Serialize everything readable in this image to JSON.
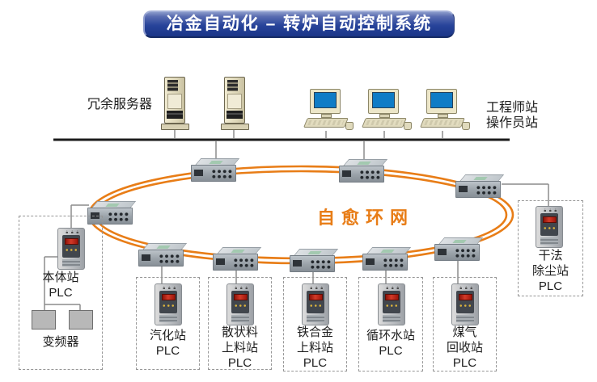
{
  "title": "冶金自动化 – 转炉自动控制系统",
  "top_section": {
    "servers_label": "冗余服务器",
    "workstations_label": [
      "工程师站",
      "操作员站"
    ]
  },
  "ring": {
    "label": "自愈环网"
  },
  "stations": [
    {
      "id": "benti-station",
      "lines": [
        "本体站",
        "PLC",
        ""
      ]
    },
    {
      "id": "qihua-station",
      "lines": [
        "汽化站",
        "PLC",
        ""
      ]
    },
    {
      "id": "sanzhuangliao-station",
      "lines": [
        "散状料",
        "上料站",
        "PLC"
      ]
    },
    {
      "id": "tiehejin-station",
      "lines": [
        "铁合金",
        "上料站",
        "PLC"
      ]
    },
    {
      "id": "xunhuanshui-station",
      "lines": [
        "循环水站",
        "PLC",
        ""
      ]
    },
    {
      "id": "meiqi-station",
      "lines": [
        "煤气",
        "回收站",
        "PLC"
      ]
    },
    {
      "id": "ganfa-station",
      "lines": [
        "干法",
        "除尘站",
        "PLC"
      ]
    }
  ],
  "vfd_label": "变频器",
  "icons": {
    "server": "tower-server-icon",
    "workstation": "desktop-computer-icon",
    "switch": "ethernet-switch-icon",
    "plc": "plc-drive-icon"
  },
  "colors": {
    "ring_orange": "#e87d17",
    "banner_blue_dark": "#1b3688",
    "banner_blue_light": "#8a9aca",
    "screen_blue": "#0f7cc6",
    "backbone_black": "#1b1b1b"
  }
}
